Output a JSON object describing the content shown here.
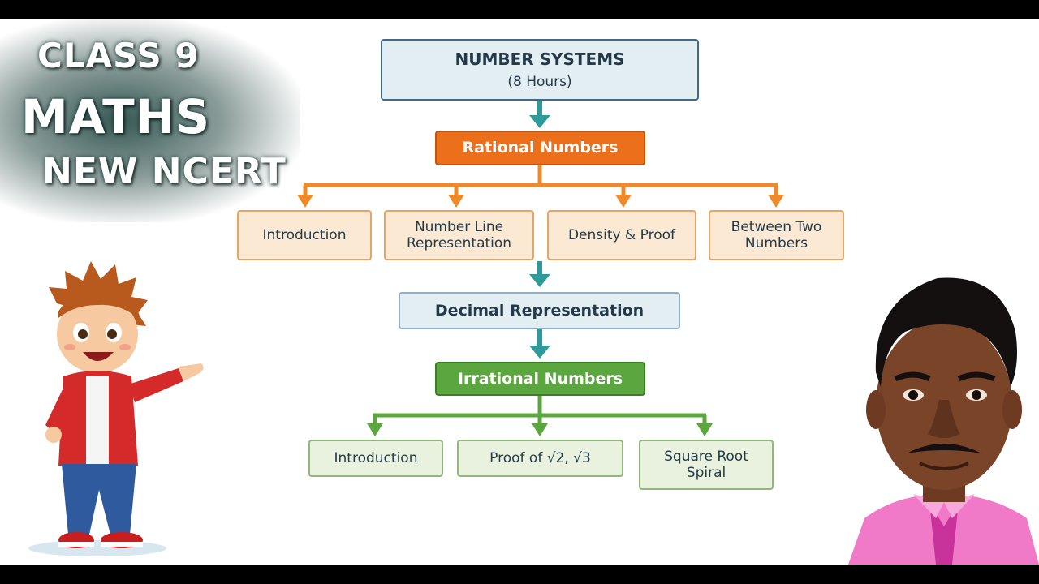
{
  "overlay": {
    "line1": "CLASS 9",
    "line2": "MATHS",
    "line3": "NEW NCERT"
  },
  "diagram": {
    "root": {
      "title": "NUMBER SYSTEMS",
      "subtitle": "(8 Hours)"
    },
    "rational": {
      "label": "Rational Numbers",
      "children": [
        "Introduction",
        "Number Line Representation",
        "Density & Proof",
        "Between Two Numbers"
      ]
    },
    "decimal": {
      "label": "Decimal Representation"
    },
    "irrational": {
      "label": "Irrational Numbers",
      "children": [
        "Introduction",
        "Proof of √2, √3",
        "Square Root Spiral"
      ]
    }
  },
  "colors": {
    "orange_accent": "#ec6f1c",
    "green_accent": "#5ba63e",
    "teal_arrow": "#2f9a9a",
    "root_border": "#3f6a8a"
  },
  "illustrations": {
    "left": "cartoon-boy-pointing",
    "right": "teacher-portrait"
  }
}
